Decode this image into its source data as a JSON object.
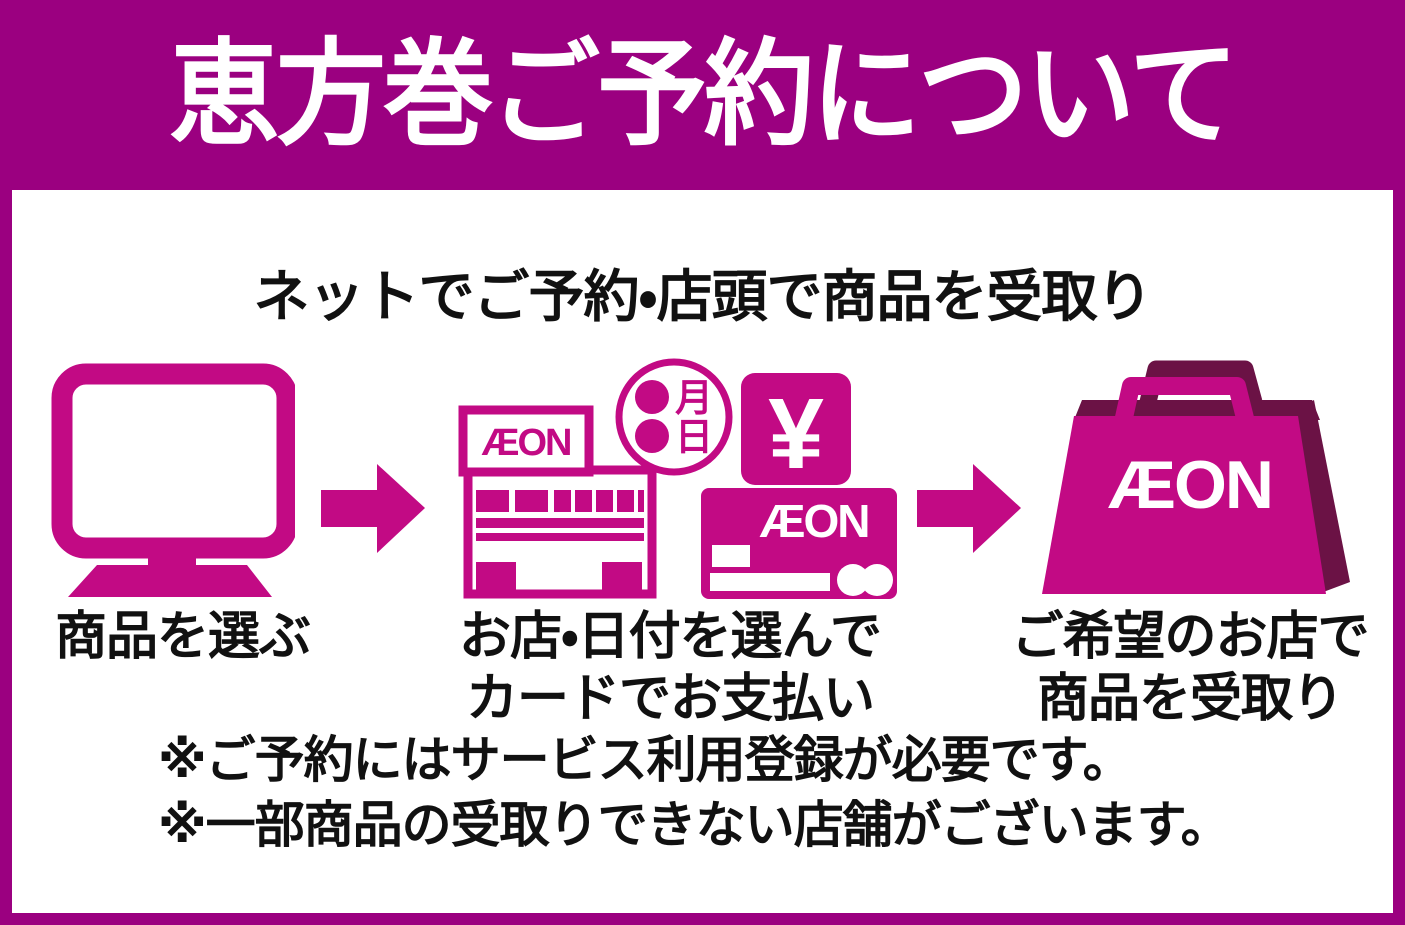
{
  "colors": {
    "frame_magenta": "#9b0080",
    "icon_magenta": "#c20a84",
    "bag_shadow_maroon": "#6b1245",
    "text_black": "#111111",
    "background_white": "#ffffff"
  },
  "banner": {
    "title": "恵方巻ご予約について"
  },
  "flow": {
    "heading": "ネットでご予約・店頭で商品を受取り",
    "steps": [
      {
        "name": "choose-product",
        "label_lines": [
          "商品を選ぶ"
        ]
      },
      {
        "name": "choose-store-date-and-pay",
        "label_lines": [
          "お店・日付を選んで",
          "カードでお支払い"
        ]
      },
      {
        "name": "pickup-at-store",
        "label_lines": [
          "ご希望のお店で",
          "商品を受取り"
        ]
      }
    ],
    "store": {
      "logo": "ÆON"
    },
    "calendar": {
      "month": "月",
      "day": "日"
    },
    "yen": {
      "symbol": "¥"
    },
    "card": {
      "logo": "ÆON"
    },
    "bag": {
      "logo": "ÆON"
    }
  },
  "notes": [
    "※ご予約にはサービス利用登録が必要です。",
    "※一部商品の受取りできない店舗がございます。"
  ]
}
